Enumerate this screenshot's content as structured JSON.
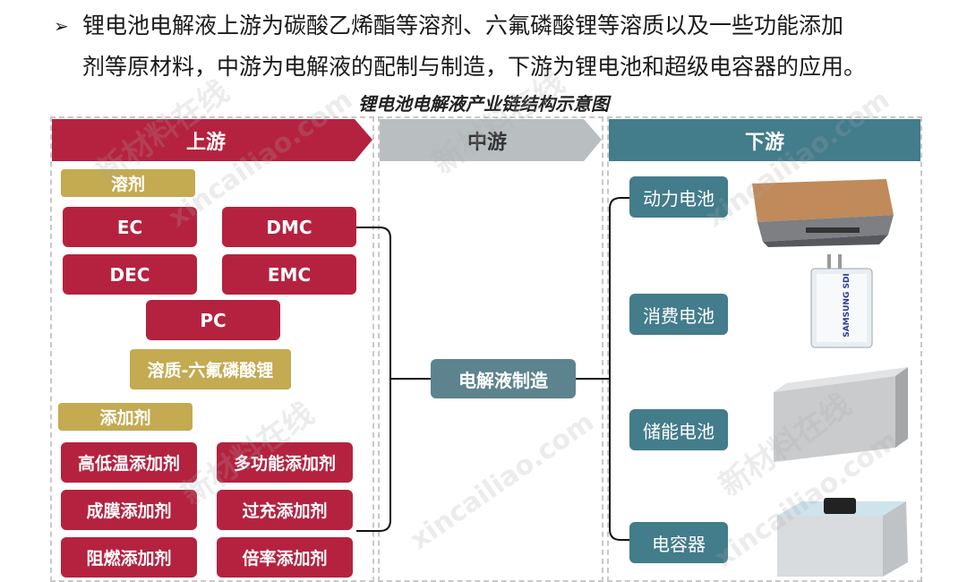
{
  "intro": {
    "bullet": "➢",
    "line1": "锂电池电解液上游为碳酸乙烯酯等溶剂、六氟磷酸锂等溶质以及一些功能添加",
    "line2": "剂等原材料，中游为电解液的配制与制造，下游为锂电池和超级电容器的应用。"
  },
  "title": "锂电池电解液产业链结构示意图",
  "upstream": {
    "header": "上游",
    "solvent_label": "溶剂",
    "solvents": [
      "EC",
      "DMC",
      "DEC",
      "EMC",
      "PC"
    ],
    "solute_label": "溶质-六氟磷酸锂",
    "additive_label": "添加剂",
    "additives": [
      "高低温添加剂",
      "多功能添加剂",
      "成膜添加剂",
      "过充添加剂",
      "阻燃添加剂",
      "倍率添加剂"
    ]
  },
  "midstream": {
    "header": "中游",
    "node": "电解液制造"
  },
  "downstream": {
    "header": "下游",
    "items": [
      "动力电池",
      "消费电池",
      "储能电池",
      "电容器"
    ],
    "battery_brand": "SAMSUNG SDI"
  },
  "watermark": {
    "cn": "新材料在线",
    "en": "xincailiao.com"
  },
  "colors": {
    "upstream_red": "#b5223f",
    "midstream_grey": "#b9bfc1",
    "downstream_teal": "#437c8b",
    "gold": "#c4aa50"
  }
}
